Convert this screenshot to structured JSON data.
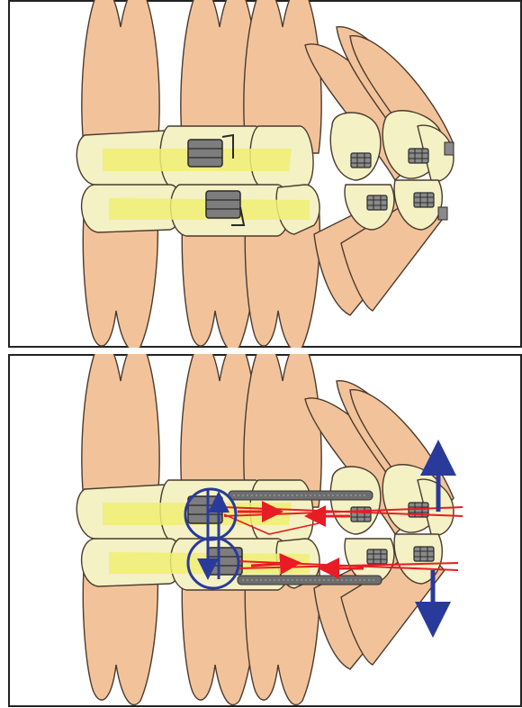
{
  "figure": {
    "panels": [
      {
        "id": "top",
        "description_visible_text": ""
      },
      {
        "id": "bottom",
        "description_visible_text": ""
      }
    ]
  },
  "colors": {
    "tooth": "#f2c39a",
    "tooth_outline": "#4a3a2e",
    "crown": "#f4f1c4",
    "highlight": "#f0ef74",
    "bracket": "#6b6b6b",
    "bracket_dark": "#3a3a3a",
    "spring": "#707070",
    "force_red": "#e81c24",
    "moment_blue": "#2a3a9a",
    "frame": "#222222"
  },
  "icons": [
    "molar-tooth",
    "bracket",
    "coil-spring",
    "force-arrow",
    "rotation-arrow"
  ]
}
